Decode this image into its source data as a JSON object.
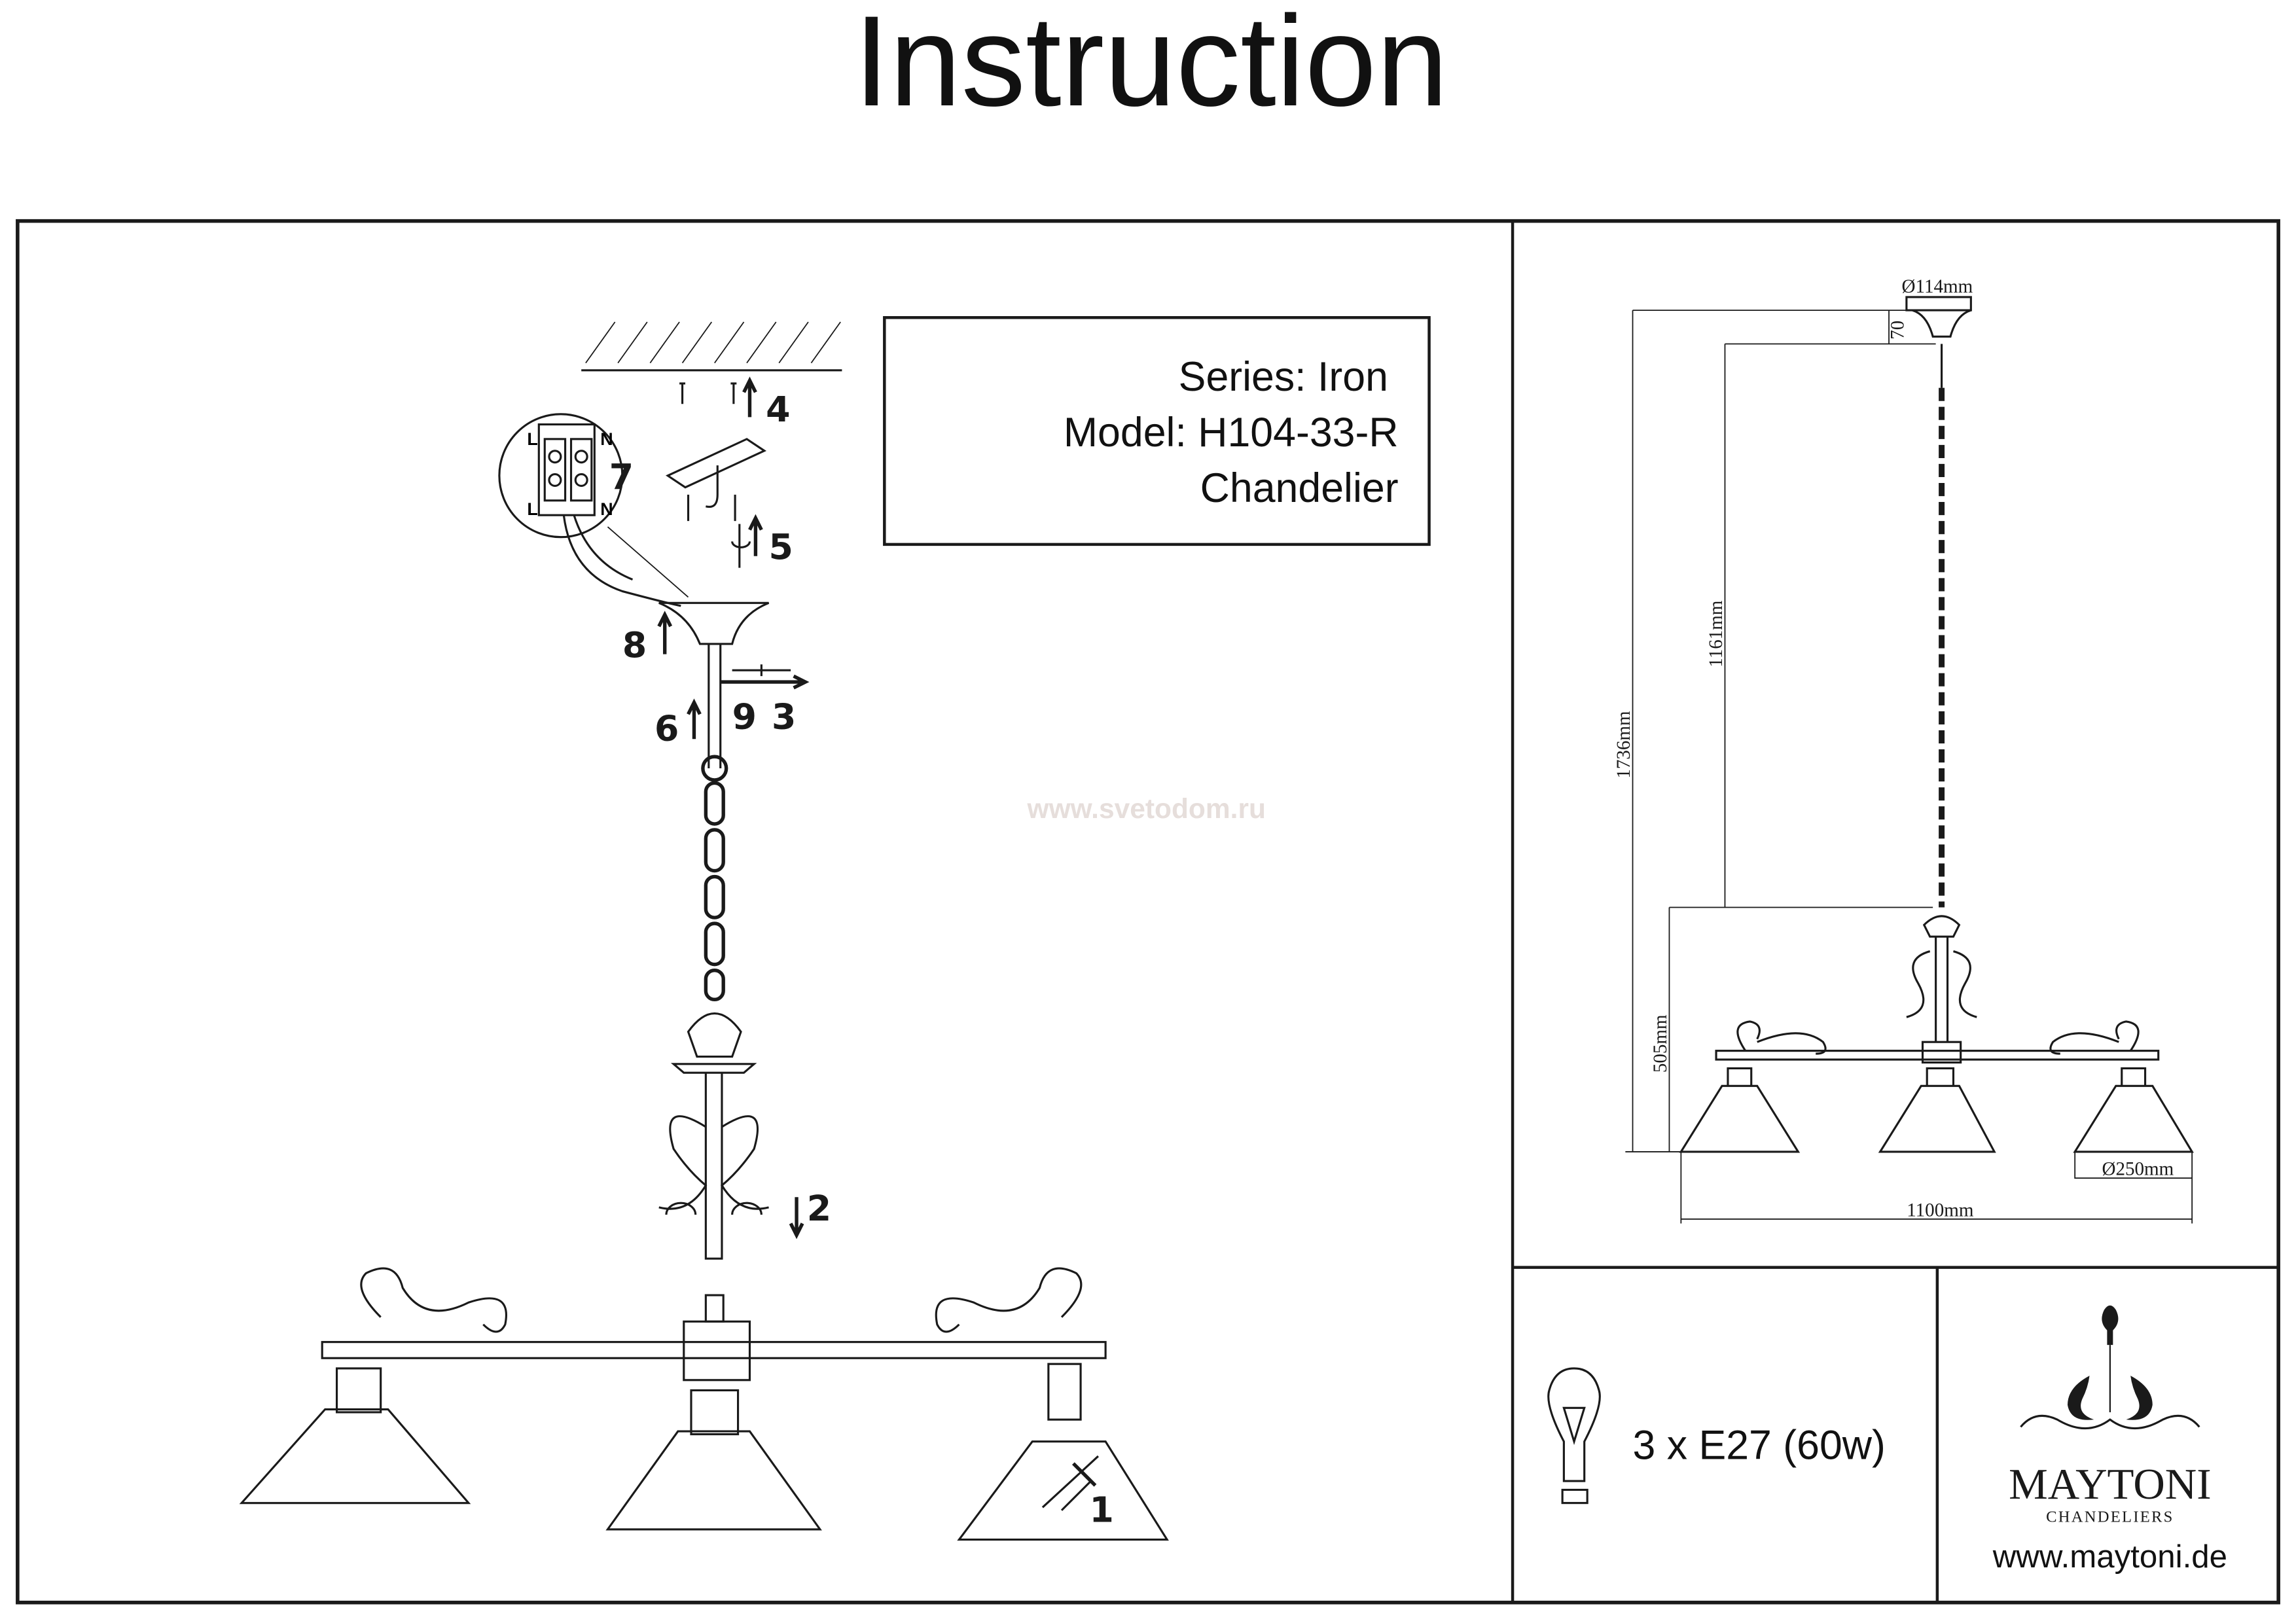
{
  "title": "Instruction",
  "info": {
    "series": "Series: Iron",
    "model": "Model: H104-33-R",
    "type": "Chandelier"
  },
  "watermark": "www.svetodom.ru",
  "assembly_steps": {
    "wiring_labels": [
      "L",
      "N",
      "L",
      "N"
    ],
    "s1": "1",
    "s2": "2",
    "s3": "3",
    "s4": "4",
    "s5": "5",
    "s6": "6",
    "s7": "7",
    "s8": "8",
    "s9": "9"
  },
  "dimensions": {
    "canopy_diameter": "Ø114mm",
    "canopy_height": "70",
    "chain_length": "1161mm",
    "total_height": "1736mm",
    "body_height": "505mm",
    "shade_diameter": "Ø250mm",
    "width": "1100mm"
  },
  "bulb": {
    "icon": "light-bulb-icon",
    "spec": "3 x E27 (60w)"
  },
  "brand": {
    "name": "MAYTONI",
    "tagline": "CHANDELIERS",
    "website": "www.maytoni.de"
  }
}
